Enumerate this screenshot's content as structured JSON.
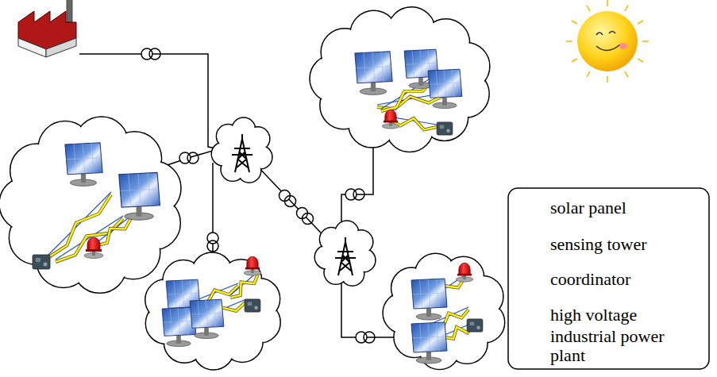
{
  "diagram": {
    "legend": [
      {
        "text": "solar panel"
      },
      {
        "text": "sensing tower"
      },
      {
        "text": "coordinator"
      },
      {
        "text": "high voltage"
      },
      {
        "text": "industrial power plant"
      }
    ]
  }
}
